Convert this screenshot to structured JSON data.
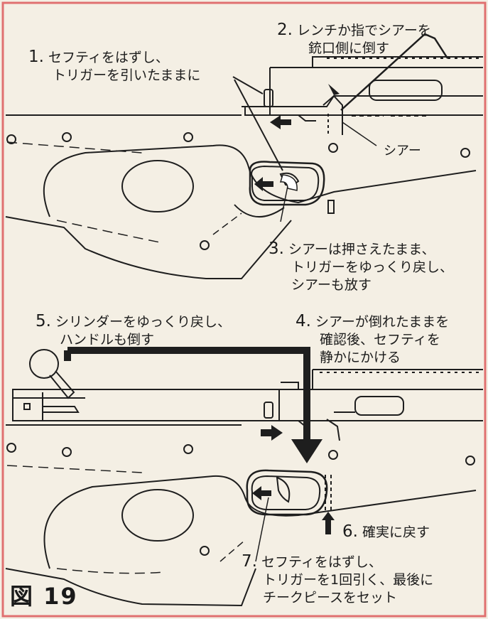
{
  "figure": {
    "title": "図 19"
  },
  "colors": {
    "frame": "#e07070",
    "line": "#1e1e1e",
    "paper": "#f4efe4",
    "shade": "#cfcfcf"
  },
  "steps": [
    {
      "num": "1.",
      "lines": [
        "セフティをはずし、",
        "トリガーを引いたままに"
      ]
    },
    {
      "num": "2.",
      "lines": [
        "レンチか指でシアーを",
        "銃口側に倒す"
      ]
    },
    {
      "num": "3.",
      "lines": [
        "シアーは押さえたまま、",
        "トリガーをゆっくり戻し、",
        "シアーも放す"
      ]
    },
    {
      "num": "4.",
      "lines": [
        "シアーが倒れたままを",
        "確認後、セフティを",
        "静かにかける"
      ]
    },
    {
      "num": "5.",
      "lines": [
        "シリンダーをゆっくり戻し、",
        "ハンドルも倒す"
      ]
    },
    {
      "num": "6.",
      "lines": [
        "確実に戻す"
      ]
    },
    {
      "num": "7.",
      "lines": [
        "セフティをはずし、",
        "トリガーを1回引く、最後に",
        "チークピースをセット"
      ]
    }
  ],
  "parts": {
    "sear_label": "シアー"
  },
  "icons": [
    "arrow-left-icon",
    "arrow-right-icon",
    "arrow-down-icon",
    "arrow-up-icon",
    "wrench-icon",
    "curved-arrow-icon"
  ]
}
